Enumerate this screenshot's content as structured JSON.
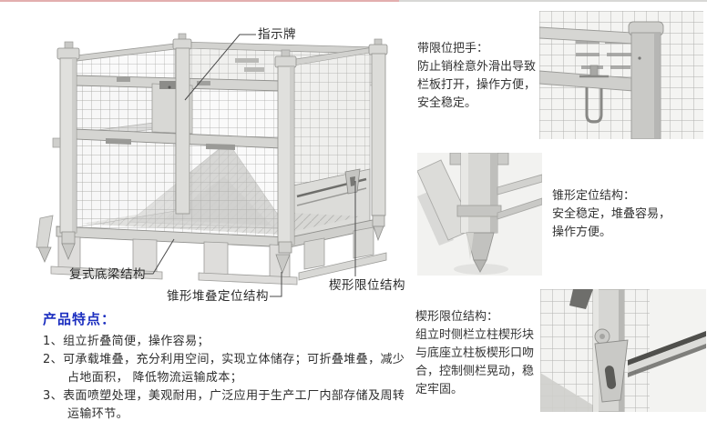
{
  "colors": {
    "accent_blue": "#1c2fc0",
    "top_line_red": "#e3aeae",
    "top_line_gray": "#d8d8d6",
    "steel_gray": "#d5d5d2"
  },
  "diagram": {
    "callouts": {
      "placard": "指示牌",
      "bottom_beam": "复式底梁结构",
      "cone_stack": "锥形堆叠定位结构",
      "wedge_limit": "楔形限位结构"
    }
  },
  "details": [
    {
      "title": "带限位把手：",
      "lines": [
        "防止销栓意外滑出导致",
        "栏板打开，操作方便，",
        "安全稳定。"
      ]
    },
    {
      "title": "锥形定位结构：",
      "lines": [
        "安全稳定，堆叠容易，",
        "操作方便。"
      ]
    },
    {
      "title": "楔形限位结构：",
      "lines": [
        "组立时侧栏立柱楔形块",
        "与底座立柱板楔形口吻",
        "合，控制侧栏晃动，稳",
        "定牢固。"
      ]
    }
  ],
  "features": {
    "title": "产品特点：",
    "items": [
      {
        "num": "1、",
        "text": "组立折叠简便，操作容易；"
      },
      {
        "num": "2、",
        "text": "可承载堆叠，充分利用空间，实现立体储存；可折叠堆叠，减少占地面积， 降低物流运输成本；"
      },
      {
        "num": "3、",
        "text": "表面喷塑处理，美观耐用，广泛应用于生产工厂内部存储及周转运输环节。"
      }
    ]
  }
}
